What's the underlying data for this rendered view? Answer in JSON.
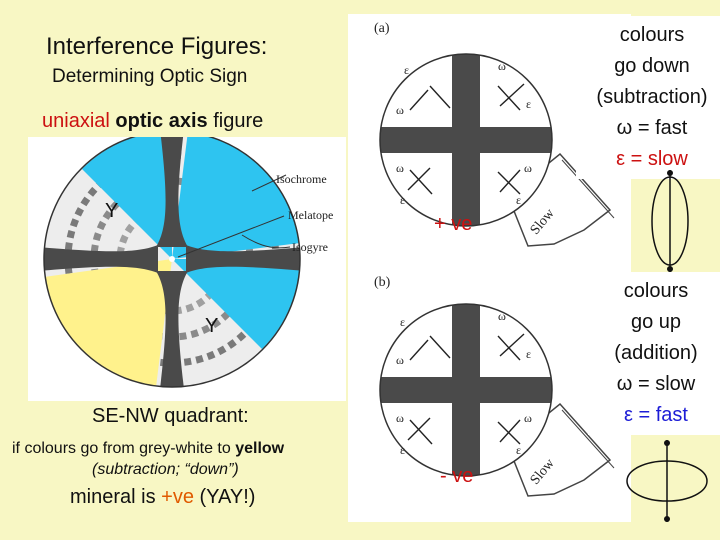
{
  "title": "Interference Figures:",
  "subtitle": "Determining Optic Sign",
  "figure_heading": {
    "part1": "uniaxial",
    "part2": "optic axis",
    "part3": "figure"
  },
  "labels": {
    "isochrome": "Isochrome",
    "melatope": "Melatope",
    "isogyre": "Isogyre",
    "y_upper": "Y",
    "y_lower": "Y",
    "panel_a": "(a)",
    "panel_b": "(b)",
    "slow": "Slow",
    "omega": "ω",
    "epsilon": "ε"
  },
  "signs": {
    "positive": "+ ve",
    "negative": "- ve"
  },
  "note_top": {
    "line1": "colours",
    "line2": "go down",
    "line3": "(subtraction)",
    "line4": "ω = fast",
    "line5": "ε = slow"
  },
  "note_bottom": {
    "line1": "colours",
    "line2": "go up",
    "line3": "(addition)",
    "line4": "ω = slow",
    "line5": "ε = fast"
  },
  "quadrant": {
    "heading": "SE-NW quadrant:",
    "line1_a": "if colours go from grey-white to ",
    "line1_b": "yellow",
    "line2": "(subtraction; “down”)",
    "conclusion_a": "mineral is ",
    "conclusion_b": "+ve",
    "conclusion_c": " (YAY!)"
  },
  "colors": {
    "background": "#f8f7c4",
    "cyan": "#2ec4f0",
    "yellow": "#fff28c",
    "red": "#cc1111",
    "blue": "#1c1cd6",
    "orange": "#e05a00"
  }
}
